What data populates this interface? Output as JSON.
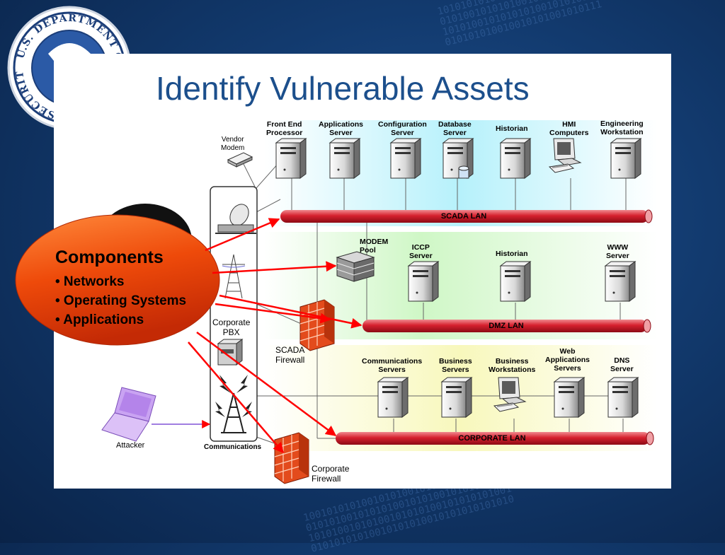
{
  "slide": {
    "title": "Identify Vulnerable Assets",
    "seal_text": "U.S. DEPARTMENT OF HOMELAND SECURITY"
  },
  "components": {
    "heading": "Components",
    "items": [
      "• Networks",
      "• Operating Systems",
      "• Applications"
    ]
  },
  "labels": {
    "vendor_modem": "Vendor\nModem",
    "front_end": "Front End\nProcessor",
    "apps_server": "Applications\nServer",
    "config_server": "Configuration\nServer",
    "db_server": "Database\nServer",
    "historian1": "Historian",
    "hmi": "HMI\nComputers",
    "eng_ws": "Engineering\nWorkstation",
    "modem_pool": "MODEM\nPool",
    "iccp": "ICCP\nServer",
    "historian2": "Historian",
    "www": "WWW\nServer",
    "corp_pbx": "Corporate\nPBX",
    "scada_fw": "SCADA\nFirewall",
    "comm_servers": "Communications\nServers",
    "biz_servers": "Business\nServers",
    "biz_ws": "Business\nWorkstations",
    "web_apps": "Web\nApplications\nServers",
    "dns": "DNS\nServer",
    "attacker": "Attacker",
    "communications": "Communications",
    "corp_fw": "Corporate\nFirewall"
  },
  "lans": {
    "scada": "SCADA LAN",
    "dmz": "DMZ LAN",
    "corporate": "CORPORATE LAN"
  },
  "colors": {
    "title": "#1c4f8c",
    "components_fill": "#e8420a",
    "lan_red": "#d6202e",
    "arrow": "#ff0000",
    "scada_zone": "#bff3fb",
    "dmz_zone": "#d6fbd0",
    "corp_zone": "#fbfbc6"
  }
}
